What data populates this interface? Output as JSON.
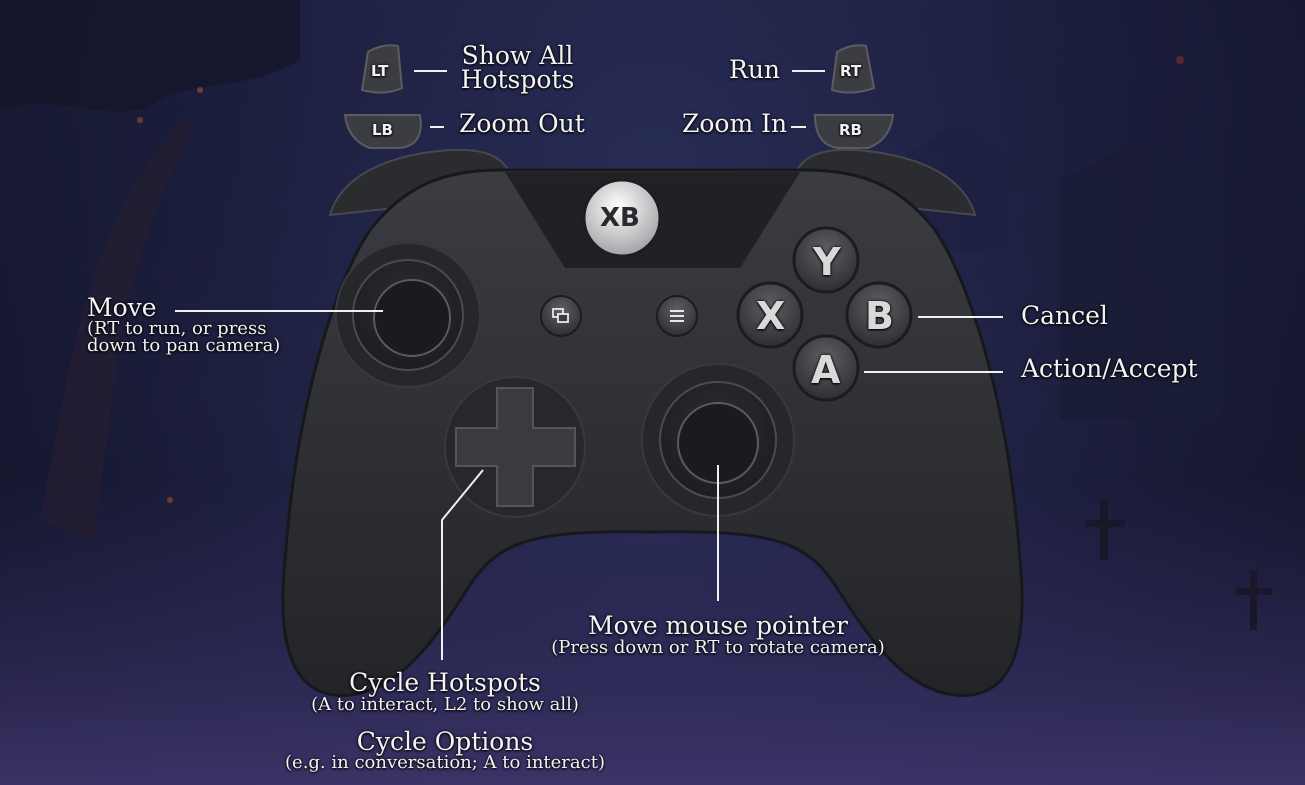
{
  "buttons": {
    "lt": "LT",
    "lb": "LB",
    "rt": "RT",
    "rb": "RB",
    "guide": "XB",
    "y": "Y",
    "x": "X",
    "b": "B",
    "a": "A"
  },
  "labels": {
    "show_all_hotspots": "Show All\nHotspots",
    "zoom_out": "Zoom Out",
    "run": "Run",
    "zoom_in": "Zoom In",
    "move": "Move",
    "move_sub": "(RT to run, or press\ndown to pan camera)",
    "cancel": "Cancel",
    "action_accept": "Action/Accept",
    "move_pointer": "Move mouse pointer",
    "move_pointer_sub": "(Press down or RT to rotate camera)",
    "cycle_hotspots": "Cycle Hotspots",
    "cycle_hotspots_sub": "(A to interact, L2 to show all)",
    "cycle_options": "Cycle Options",
    "cycle_options_sub": "(e.g. in conversation; A to interact)"
  },
  "icons": {
    "view": "view-icon",
    "menu": "menu-icon"
  }
}
